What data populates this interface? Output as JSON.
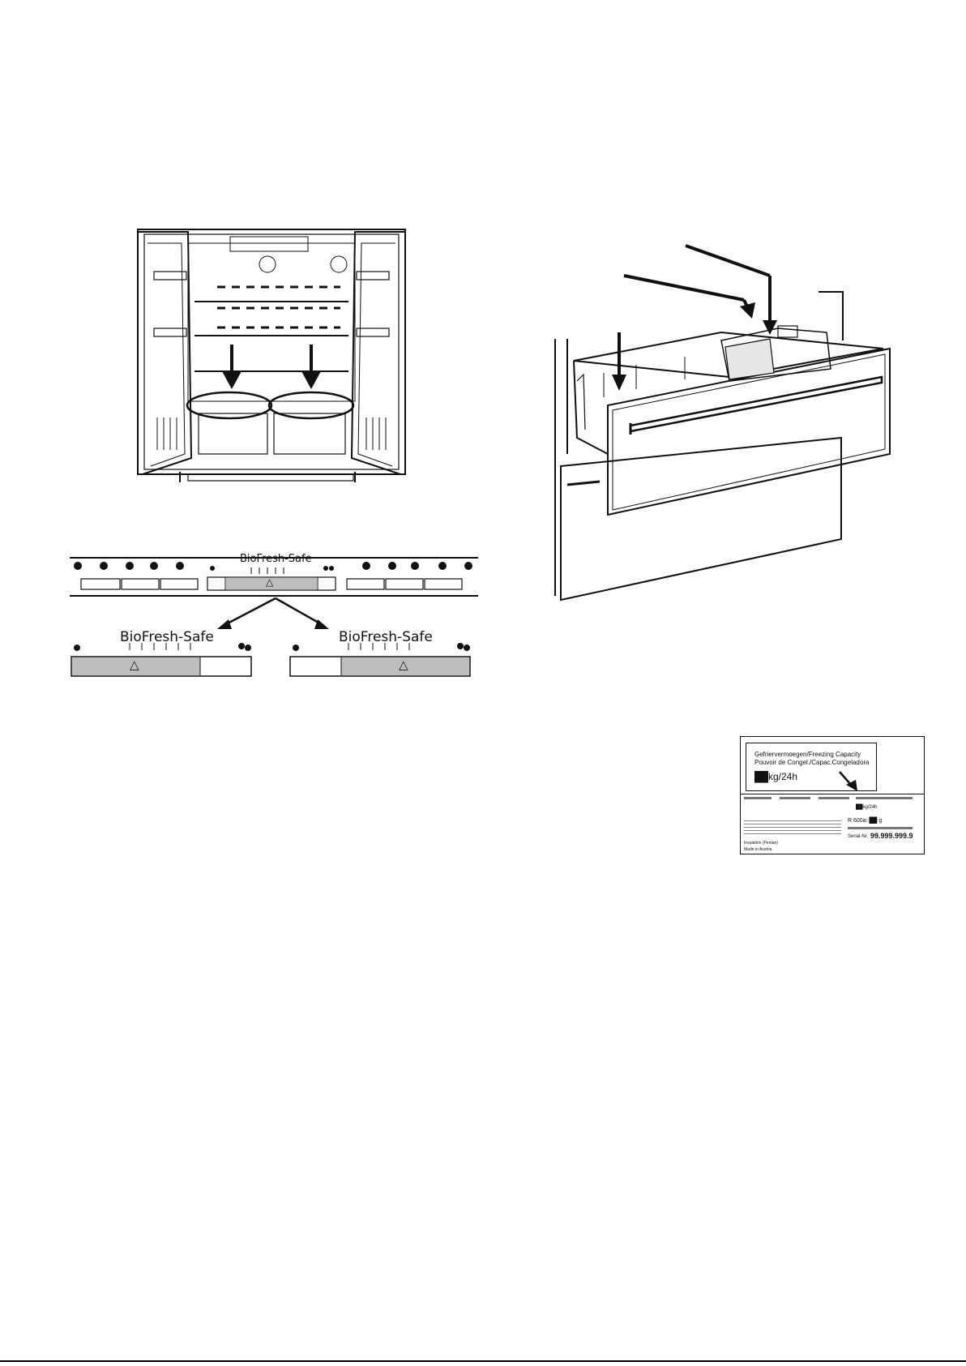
{
  "biofresh": {
    "title": "BioFresh-Safe",
    "indicator": "△"
  },
  "type_label": {
    "freezing_line1": "Gefriervermoegen/Freezing Capacity",
    "freezing_line2": "Pouvoir de Congel./Capac.Congeladora",
    "freezing_value": "██kg/24h",
    "small_freezing": "██kg/24h",
    "refrigerant": "R 600a: ██ g",
    "serial_label": "Serial-Nr.",
    "serial_value": "99.999.999.9",
    "insulation": "Insulation (Pentan)",
    "made_in": "Made in Austria"
  },
  "colors": {
    "line": "#111111",
    "grey_fill": "#bdbdbd",
    "light_grey": "#e6e6e6"
  }
}
